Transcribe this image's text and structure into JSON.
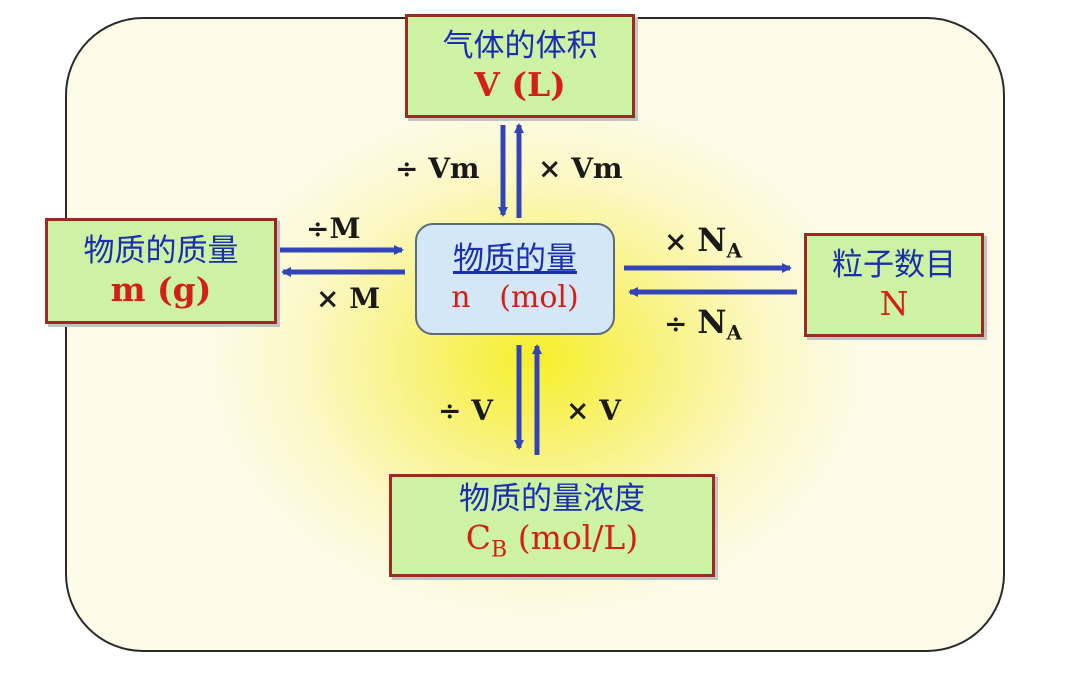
{
  "center": {
    "name": "物质的量",
    "symbol": "n",
    "unit": "(mol)"
  },
  "top": {
    "name": "气体的体积",
    "symbol": "V",
    "unit": "(L)"
  },
  "left": {
    "name": "物质的质量",
    "symbol": "m",
    "unit": "(g)"
  },
  "right": {
    "name": "粒子数目",
    "symbol": "N"
  },
  "bottom": {
    "name": "物质的量浓度",
    "symbol": "C",
    "subscript": "B",
    "unit": "(mol/L)"
  },
  "operations": {
    "top_down": "÷ Vm",
    "top_up": "× Vm",
    "left_to_center": "÷M",
    "center_to_left": "× M",
    "center_to_right_sign": "×",
    "center_to_right_sym": "N",
    "center_to_right_sub": "A",
    "right_to_center_sign": "÷",
    "right_to_center_sym": "N",
    "right_to_center_sub": "A",
    "bottom_down": "÷ V",
    "bottom_up": "× V"
  },
  "colors": {
    "node_fill": "#cdf2a3",
    "node_border": "#9b2b22",
    "label_blue": "#1a2fb0",
    "symbol_red": "#d41f16",
    "arrow_blue": "#3344b8",
    "center_fill": "#d4e7f6"
  }
}
